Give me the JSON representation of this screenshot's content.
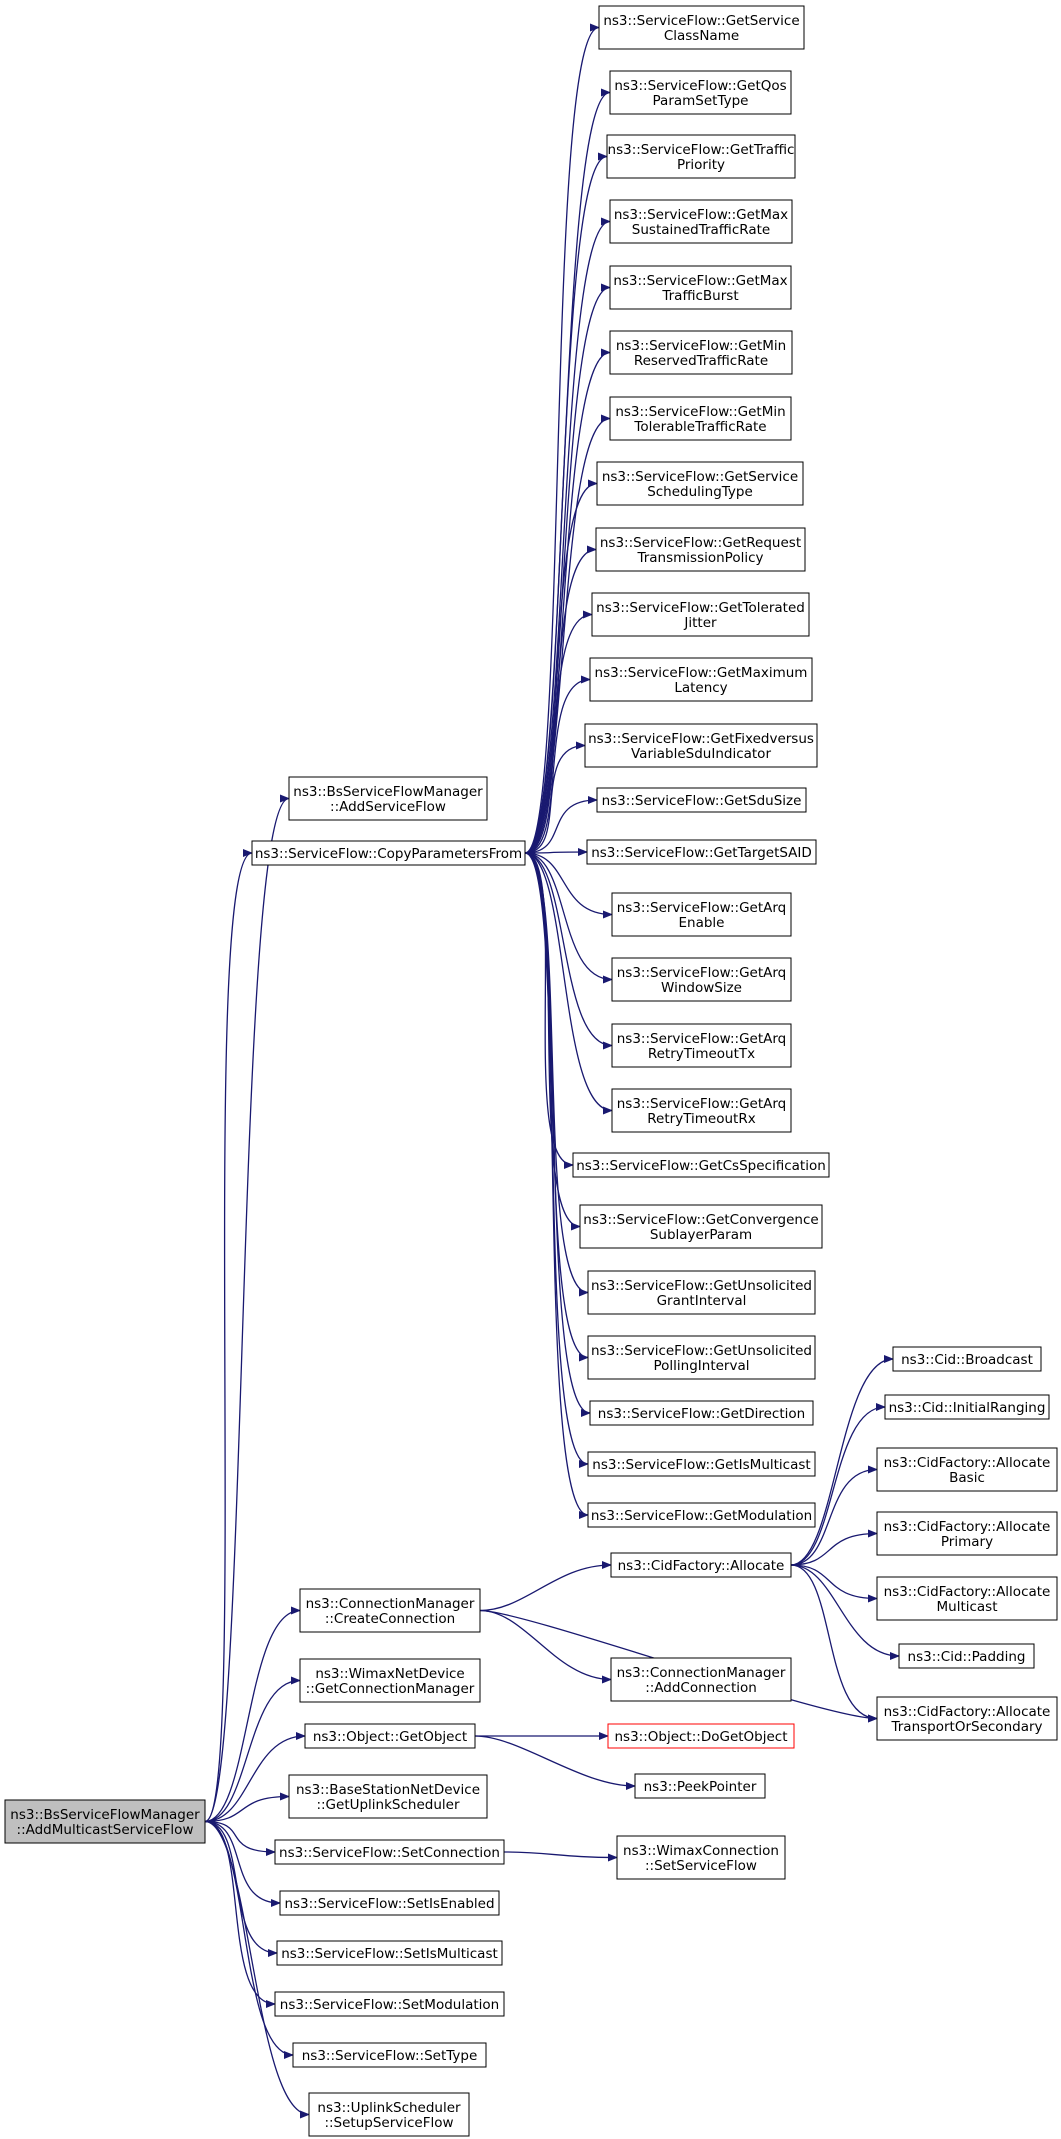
{
  "colors": {
    "edge": "#191970",
    "node_border": "#000000",
    "root_fill": "#bfbfbf",
    "node_fill": "#ffffff",
    "incomplete_border": "#ff0000"
  },
  "nodes": [
    {
      "id": "root",
      "lines": [
        "ns3::BsServiceFlowManager",
        "::AddMulticastServiceFlow"
      ],
      "style": "root"
    },
    {
      "id": "addServiceFlow",
      "lines": [
        "ns3::BsServiceFlowManager",
        "::AddServiceFlow"
      ]
    },
    {
      "id": "copyParams",
      "lines": [
        "ns3::ServiceFlow::CopyParametersFrom"
      ]
    },
    {
      "id": "getServiceClassName",
      "lines": [
        "ns3::ServiceFlow::GetService",
        "ClassName"
      ]
    },
    {
      "id": "getQosParamSetType",
      "lines": [
        "ns3::ServiceFlow::GetQos",
        "ParamSetType"
      ]
    },
    {
      "id": "getTrafficPriority",
      "lines": [
        "ns3::ServiceFlow::GetTraffic",
        "Priority"
      ]
    },
    {
      "id": "getMaxSustained",
      "lines": [
        "ns3::ServiceFlow::GetMax",
        "SustainedTrafficRate"
      ]
    },
    {
      "id": "getMaxTrafficBurst",
      "lines": [
        "ns3::ServiceFlow::GetMax",
        "TrafficBurst"
      ]
    },
    {
      "id": "getMinReserved",
      "lines": [
        "ns3::ServiceFlow::GetMin",
        "ReservedTrafficRate"
      ]
    },
    {
      "id": "getMinTolerable",
      "lines": [
        "ns3::ServiceFlow::GetMin",
        "TolerableTrafficRate"
      ]
    },
    {
      "id": "getSchedulingType",
      "lines": [
        "ns3::ServiceFlow::GetService",
        "SchedulingType"
      ]
    },
    {
      "id": "getRequestTxPolicy",
      "lines": [
        "ns3::ServiceFlow::GetRequest",
        "TransmissionPolicy"
      ]
    },
    {
      "id": "getToleratedJitter",
      "lines": [
        "ns3::ServiceFlow::GetTolerated",
        "Jitter"
      ]
    },
    {
      "id": "getMaxLatency",
      "lines": [
        "ns3::ServiceFlow::GetMaximum",
        "Latency"
      ]
    },
    {
      "id": "getFixedVsVariable",
      "lines": [
        "ns3::ServiceFlow::GetFixedversus",
        "VariableSduIndicator"
      ]
    },
    {
      "id": "getSduSize",
      "lines": [
        "ns3::ServiceFlow::GetSduSize"
      ]
    },
    {
      "id": "getTargetSAID",
      "lines": [
        "ns3::ServiceFlow::GetTargetSAID"
      ]
    },
    {
      "id": "getArqEnable",
      "lines": [
        "ns3::ServiceFlow::GetArq",
        "Enable"
      ]
    },
    {
      "id": "getArqWindowSize",
      "lines": [
        "ns3::ServiceFlow::GetArq",
        "WindowSize"
      ]
    },
    {
      "id": "getArqRetryTx",
      "lines": [
        "ns3::ServiceFlow::GetArq",
        "RetryTimeoutTx"
      ]
    },
    {
      "id": "getArqRetryRx",
      "lines": [
        "ns3::ServiceFlow::GetArq",
        "RetryTimeoutRx"
      ]
    },
    {
      "id": "getCsSpec",
      "lines": [
        "ns3::ServiceFlow::GetCsSpecification"
      ]
    },
    {
      "id": "getConvergence",
      "lines": [
        "ns3::ServiceFlow::GetConvergence",
        "SublayerParam"
      ]
    },
    {
      "id": "getUnsolicitedGrant",
      "lines": [
        "ns3::ServiceFlow::GetUnsolicited",
        "GrantInterval"
      ]
    },
    {
      "id": "getUnsolicitedPolling",
      "lines": [
        "ns3::ServiceFlow::GetUnsolicited",
        "PollingInterval"
      ]
    },
    {
      "id": "getDirection",
      "lines": [
        "ns3::ServiceFlow::GetDirection"
      ]
    },
    {
      "id": "getIsMulticast",
      "lines": [
        "ns3::ServiceFlow::GetIsMulticast"
      ]
    },
    {
      "id": "getModulation",
      "lines": [
        "ns3::ServiceFlow::GetModulation"
      ]
    },
    {
      "id": "cidBroadcast",
      "lines": [
        "ns3::Cid::Broadcast"
      ]
    },
    {
      "id": "cidInitialRanging",
      "lines": [
        "ns3::Cid::InitialRanging"
      ]
    },
    {
      "id": "cidAllocBasic",
      "lines": [
        "ns3::CidFactory::Allocate",
        "Basic"
      ]
    },
    {
      "id": "cidAllocPrimary",
      "lines": [
        "ns3::CidFactory::Allocate",
        "Primary"
      ]
    },
    {
      "id": "cidFactoryAllocate",
      "lines": [
        "ns3::CidFactory::Allocate"
      ]
    },
    {
      "id": "createConnection",
      "lines": [
        "ns3::ConnectionManager",
        "::CreateConnection"
      ]
    },
    {
      "id": "cidAllocMulticast",
      "lines": [
        "ns3::CidFactory::Allocate",
        "Multicast"
      ]
    },
    {
      "id": "cidPadding",
      "lines": [
        "ns3::Cid::Padding"
      ]
    },
    {
      "id": "addConnection",
      "lines": [
        "ns3::ConnectionManager",
        "::AddConnection"
      ]
    },
    {
      "id": "cidAllocTransport",
      "lines": [
        "ns3::CidFactory::Allocate",
        "TransportOrSecondary"
      ]
    },
    {
      "id": "getConnectionManager",
      "lines": [
        "ns3::WimaxNetDevice",
        "::GetConnectionManager"
      ]
    },
    {
      "id": "getObject",
      "lines": [
        "ns3::Object::GetObject"
      ]
    },
    {
      "id": "doGetObject",
      "lines": [
        "ns3::Object::DoGetObject"
      ],
      "style": "incomplete"
    },
    {
      "id": "peekPointer",
      "lines": [
        "ns3::PeekPointer"
      ]
    },
    {
      "id": "getUplinkScheduler",
      "lines": [
        "ns3::BaseStationNetDevice",
        "::GetUplinkScheduler"
      ]
    },
    {
      "id": "setConnection",
      "lines": [
        "ns3::ServiceFlow::SetConnection"
      ]
    },
    {
      "id": "setServiceFlow",
      "lines": [
        "ns3::WimaxConnection",
        "::SetServiceFlow"
      ]
    },
    {
      "id": "setIsEnabled",
      "lines": [
        "ns3::ServiceFlow::SetIsEnabled"
      ]
    },
    {
      "id": "setIsMulticast",
      "lines": [
        "ns3::ServiceFlow::SetIsMulticast"
      ]
    },
    {
      "id": "setModulation",
      "lines": [
        "ns3::ServiceFlow::SetModulation"
      ]
    },
    {
      "id": "setType",
      "lines": [
        "ns3::ServiceFlow::SetType"
      ]
    },
    {
      "id": "setupServiceFlow",
      "lines": [
        "ns3::UplinkScheduler",
        "::SetupServiceFlow"
      ]
    }
  ],
  "edges": [
    [
      "root",
      "addServiceFlow"
    ],
    [
      "root",
      "copyParams"
    ],
    [
      "root",
      "createConnection"
    ],
    [
      "root",
      "getConnectionManager"
    ],
    [
      "root",
      "getObject"
    ],
    [
      "root",
      "getUplinkScheduler"
    ],
    [
      "root",
      "setConnection"
    ],
    [
      "root",
      "setIsEnabled"
    ],
    [
      "root",
      "setIsMulticast"
    ],
    [
      "root",
      "setModulation"
    ],
    [
      "root",
      "setType"
    ],
    [
      "root",
      "setupServiceFlow"
    ],
    [
      "copyParams",
      "getServiceClassName"
    ],
    [
      "copyParams",
      "getQosParamSetType"
    ],
    [
      "copyParams",
      "getTrafficPriority"
    ],
    [
      "copyParams",
      "getMaxSustained"
    ],
    [
      "copyParams",
      "getMaxTrafficBurst"
    ],
    [
      "copyParams",
      "getMinReserved"
    ],
    [
      "copyParams",
      "getMinTolerable"
    ],
    [
      "copyParams",
      "getSchedulingType"
    ],
    [
      "copyParams",
      "getRequestTxPolicy"
    ],
    [
      "copyParams",
      "getToleratedJitter"
    ],
    [
      "copyParams",
      "getMaxLatency"
    ],
    [
      "copyParams",
      "getFixedVsVariable"
    ],
    [
      "copyParams",
      "getSduSize"
    ],
    [
      "copyParams",
      "getTargetSAID"
    ],
    [
      "copyParams",
      "getArqEnable"
    ],
    [
      "copyParams",
      "getArqWindowSize"
    ],
    [
      "copyParams",
      "getArqRetryTx"
    ],
    [
      "copyParams",
      "getArqRetryRx"
    ],
    [
      "copyParams",
      "getCsSpec"
    ],
    [
      "copyParams",
      "getConvergence"
    ],
    [
      "copyParams",
      "getUnsolicitedGrant"
    ],
    [
      "copyParams",
      "getUnsolicitedPolling"
    ],
    [
      "copyParams",
      "getDirection"
    ],
    [
      "copyParams",
      "getIsMulticast"
    ],
    [
      "copyParams",
      "getModulation"
    ],
    [
      "createConnection",
      "cidFactoryAllocate"
    ],
    [
      "createConnection",
      "addConnection"
    ],
    [
      "createConnection",
      "cidAllocTransport"
    ],
    [
      "cidFactoryAllocate",
      "cidBroadcast"
    ],
    [
      "cidFactoryAllocate",
      "cidInitialRanging"
    ],
    [
      "cidFactoryAllocate",
      "cidAllocBasic"
    ],
    [
      "cidFactoryAllocate",
      "cidAllocPrimary"
    ],
    [
      "cidFactoryAllocate",
      "cidAllocMulticast"
    ],
    [
      "cidFactoryAllocate",
      "cidPadding"
    ],
    [
      "cidFactoryAllocate",
      "cidAllocTransport"
    ],
    [
      "getObject",
      "doGetObject"
    ],
    [
      "getObject",
      "peekPointer"
    ],
    [
      "setConnection",
      "setServiceFlow"
    ]
  ]
}
